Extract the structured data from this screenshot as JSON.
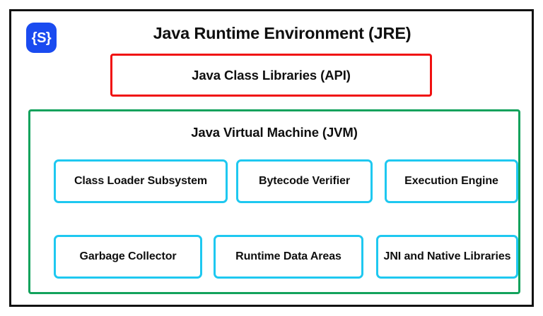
{
  "diagram": {
    "title": "Java Runtime Environment (JRE)",
    "logo": {
      "glyph": "{S}",
      "icon_name": "braces-s-logo-icon",
      "background_color": "#1A4BF0",
      "glyph_color": "#FFFFFF"
    },
    "frame": {
      "border_color": "#111111",
      "background_color": "#FFFFFF"
    },
    "api_layer": {
      "label": "Java Class Libraries (API)",
      "border_color": "#F01010"
    },
    "jvm_layer": {
      "title": "Java Virtual Machine (JVM)",
      "border_color": "#12A25C",
      "component_border_color": "#1EC8F0",
      "rows": [
        {
          "components": [
            {
              "label": "Class Loader Subsystem"
            },
            {
              "label": "Bytecode Verifier"
            },
            {
              "label": "Execution Engine"
            }
          ]
        },
        {
          "components": [
            {
              "label": "Garbage Collector"
            },
            {
              "label": "Runtime Data Areas"
            },
            {
              "label": "JNI and Native Libraries"
            }
          ]
        }
      ]
    }
  }
}
